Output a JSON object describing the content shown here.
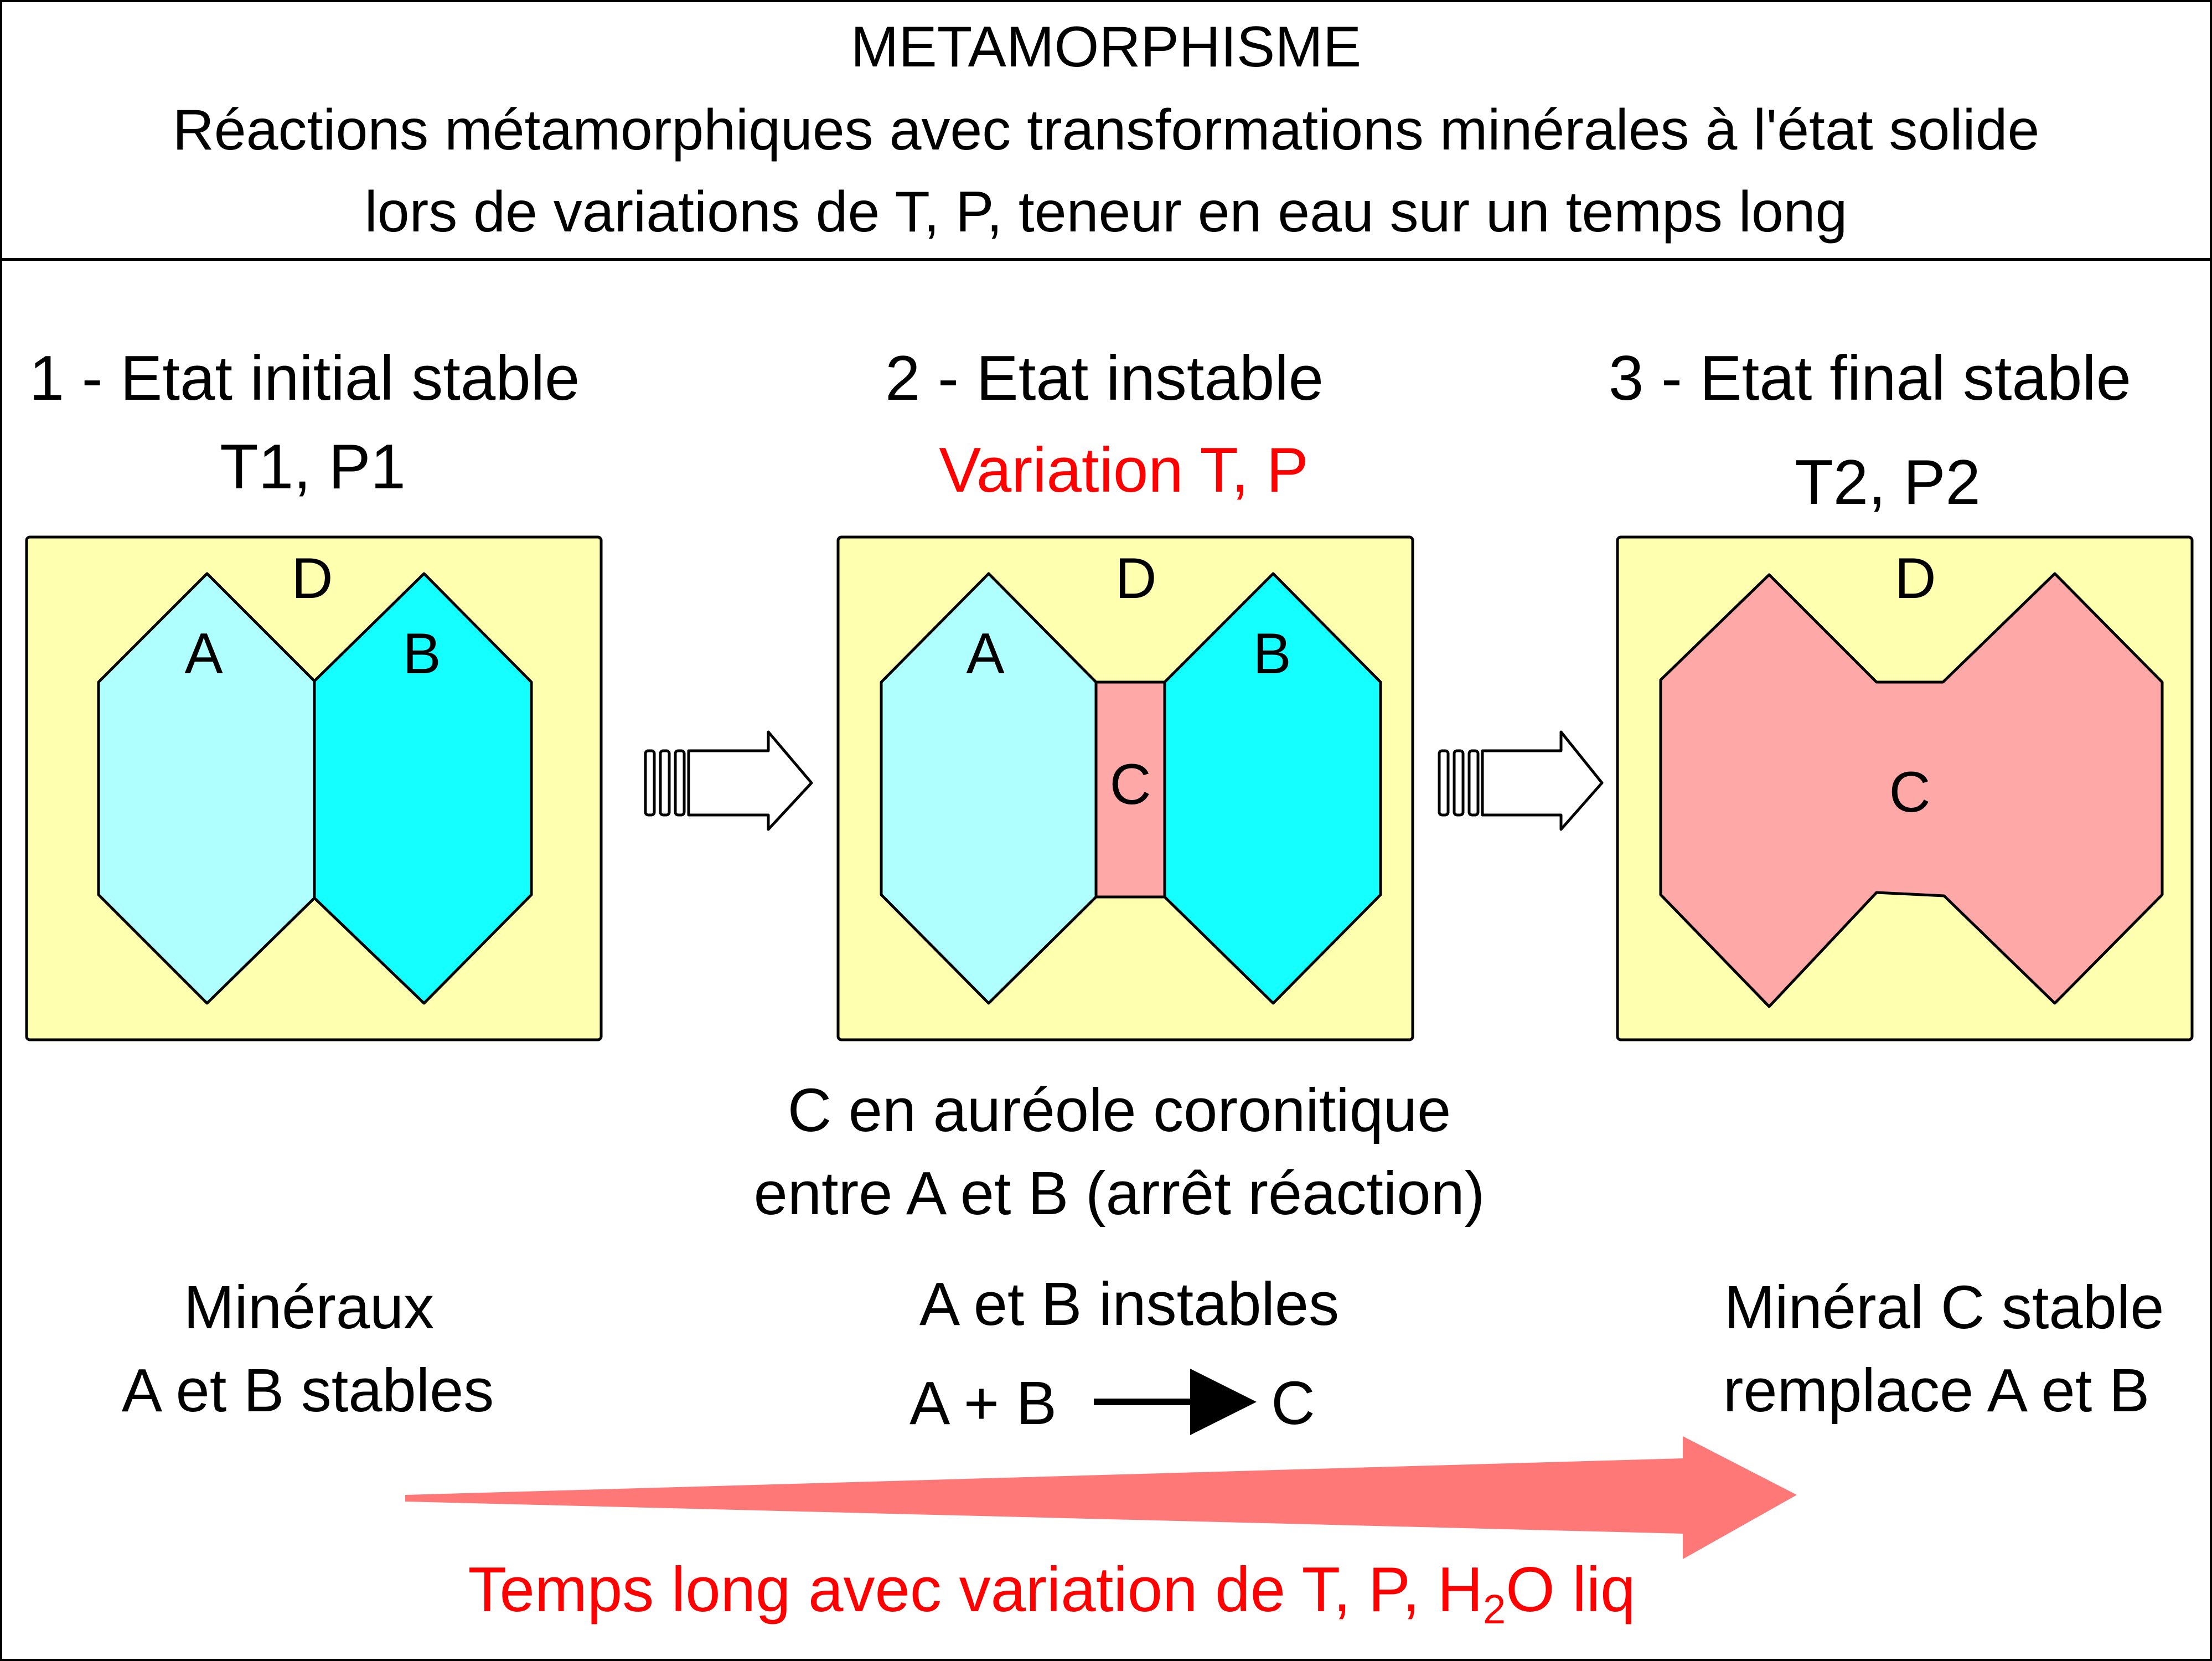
{
  "header": {
    "title": "METAMORPHISME",
    "line1": "Réactions métamorphiques avec transformations minérales à l'état solide",
    "line2": "lors de variations de T, P, teneur en eau sur un temps long"
  },
  "steps": [
    {
      "title": "1 - Etat initial stable",
      "conditions": "T1, P1",
      "labels": {
        "d": "D",
        "a": "A",
        "b": "B"
      },
      "caption": [
        "Minéraux",
        "A et B stables"
      ]
    },
    {
      "title": "2 - Etat instable",
      "conditions": "Variation T, P",
      "labels": {
        "d": "D",
        "a": "A",
        "b": "B",
        "c": "C"
      },
      "note": [
        "C en auréole coronitique",
        "entre A et B (arrêt réaction)"
      ],
      "caption": [
        "A et B instables"
      ],
      "reaction": {
        "reactants": "A + B",
        "product": "C"
      }
    },
    {
      "title": "3 - Etat final stable",
      "conditions": "T2, P2",
      "labels": {
        "d": "D",
        "c": "C"
      },
      "caption": [
        "Minéral C stable",
        "remplace A et B"
      ]
    }
  ],
  "timeline": {
    "prefix": "Temps long avec variation de T, P, H",
    "subscript": "2",
    "suffix": "O liq"
  },
  "colors": {
    "matrix_d": "#ffffb0",
    "mineral_a": "#b0ffff",
    "mineral_b": "#14ffff",
    "mineral_c": "#ffa8a8",
    "timeline_arrow": "#ff7878",
    "highlight_text": "#ff0000"
  }
}
